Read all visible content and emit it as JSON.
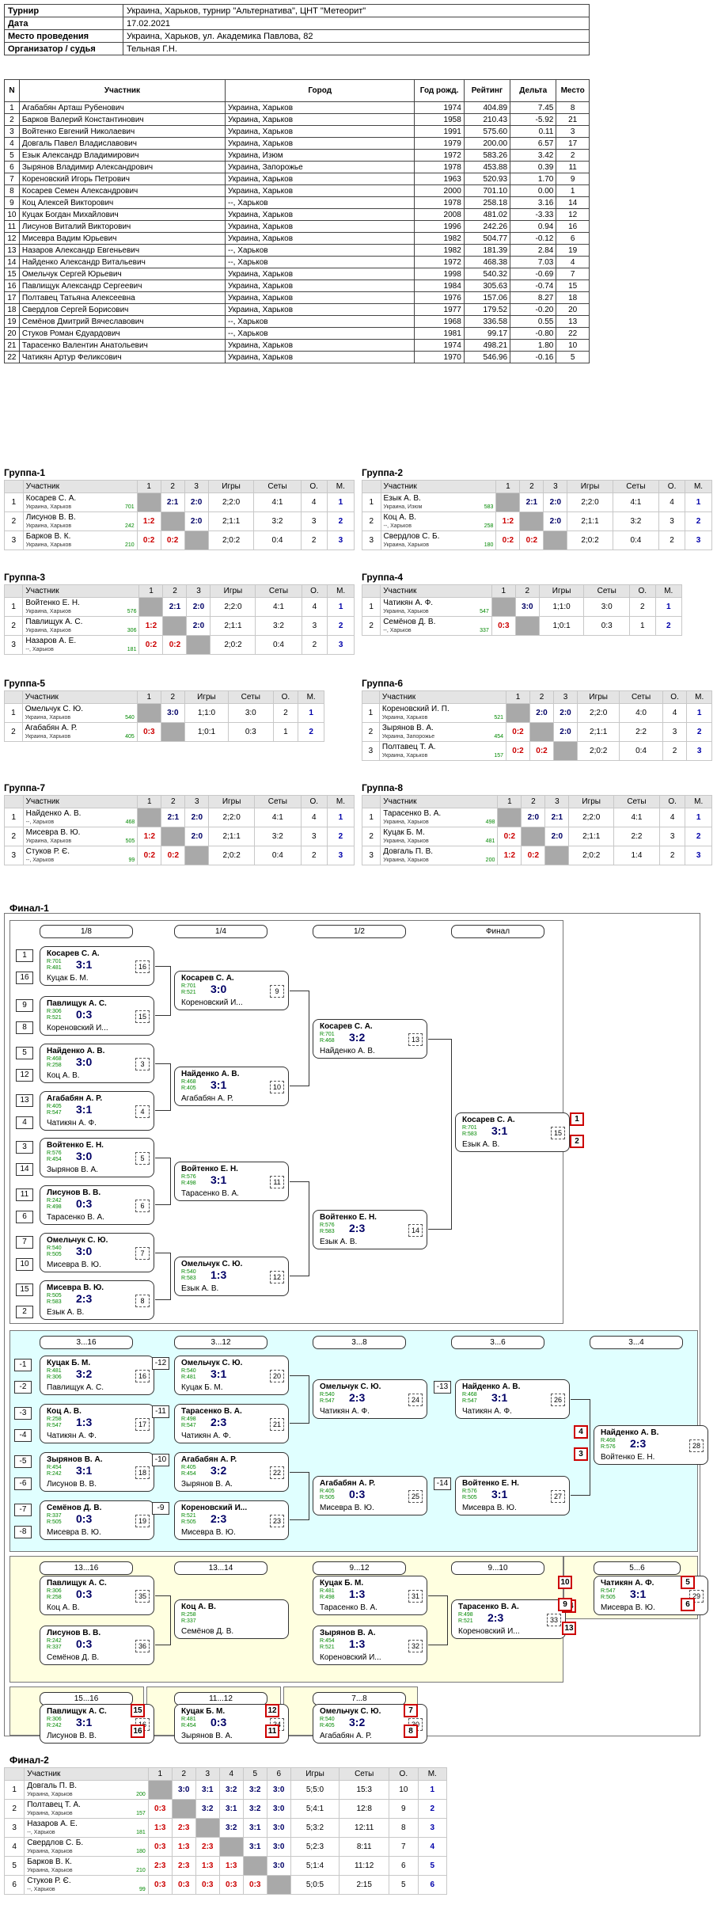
{
  "info": [
    [
      "Турнир",
      "Украина, Харьков, турнир \"Альтернатива\", ЦНТ \"Метеорит\""
    ],
    [
      "Дата",
      "17.02.2021"
    ],
    [
      "Место проведения",
      "Украина, Харьков, ул. Академика Павлова, 82"
    ],
    [
      "Организатор / судья",
      "Тельная Г.Н."
    ]
  ],
  "players_header": [
    "N",
    "Участник",
    "Город",
    "Год рожд.",
    "Рейтинг",
    "Дельта",
    "Место"
  ],
  "players": [
    [
      "1",
      "Агабабян Арташ Рубенович",
      "Украина, Харьков",
      "1974",
      "404.89",
      "7.45",
      "8"
    ],
    [
      "2",
      "Барков Валерий Константинович",
      "Украина, Харьков",
      "1958",
      "210.43",
      "-5.92",
      "21"
    ],
    [
      "3",
      "Войтенко Евгений Николаевич",
      "Украина, Харьков",
      "1991",
      "575.60",
      "0.11",
      "3"
    ],
    [
      "4",
      "Довгаль Павел Владиславович",
      "Украина, Харьков",
      "1979",
      "200.00",
      "6.57",
      "17"
    ],
    [
      "5",
      "Езык Александр Владимирович",
      "Украина, Изюм",
      "1972",
      "583.26",
      "3.42",
      "2"
    ],
    [
      "6",
      "Зырянов Владимир Александрович",
      "Украина, Запорожье",
      "1978",
      "453.88",
      "0.39",
      "11"
    ],
    [
      "7",
      "Кореновский Игорь Петрович",
      "Украина, Харьков",
      "1963",
      "520.93",
      "1.70",
      "9"
    ],
    [
      "8",
      "Косарев Семен Александрович",
      "Украина, Харьков",
      "2000",
      "701.10",
      "0.00",
      "1"
    ],
    [
      "9",
      "Коц Алексей Викторович",
      "--, Харьков",
      "1978",
      "258.18",
      "3.16",
      "14"
    ],
    [
      "10",
      "Куцак Богдан Михайлович",
      "Украина, Харьков",
      "2008",
      "481.02",
      "-3.33",
      "12"
    ],
    [
      "11",
      "Лисунов Виталий Викторович",
      "Украина, Харьков",
      "1996",
      "242.26",
      "0.94",
      "16"
    ],
    [
      "12",
      "Мисевра Вадим Юрьевич",
      "Украина, Харьков",
      "1982",
      "504.77",
      "-0.12",
      "6"
    ],
    [
      "13",
      "Назаров Александр Евгеньевич",
      "--, Харьков",
      "1982",
      "181.39",
      "2.84",
      "19"
    ],
    [
      "14",
      "Найденко Александр Витальевич",
      "--, Харьков",
      "1972",
      "468.38",
      "7.03",
      "4"
    ],
    [
      "15",
      "Омельчук Сергей Юрьевич",
      "Украина, Харьков",
      "1998",
      "540.32",
      "-0.69",
      "7"
    ],
    [
      "16",
      "Павлищук Александр Сергеевич",
      "Украина, Харьков",
      "1984",
      "305.63",
      "-0.74",
      "15"
    ],
    [
      "17",
      "Полтавец Татьяна Алексеевна",
      "Украина, Харьков",
      "1976",
      "157.06",
      "8.27",
      "18"
    ],
    [
      "18",
      "Свердлов Сергей Борисович",
      "Украина, Харьков",
      "1977",
      "179.52",
      "-0.20",
      "20"
    ],
    [
      "19",
      "Семёнов Дмитрий Вячеславович",
      "--, Харьков",
      "1968",
      "336.58",
      "0.55",
      "13"
    ],
    [
      "20",
      "Стуков Роман Єдуардович",
      "--, Харьков",
      "1981",
      "99.17",
      "-0.80",
      "22"
    ],
    [
      "21",
      "Тарасенко Валентин Анатольевич",
      "Украина, Харьков",
      "1974",
      "498.21",
      "1.80",
      "10"
    ],
    [
      "22",
      "Чатикян Артур Феликсович",
      "Украина, Харьков",
      "1970",
      "546.96",
      "-0.16",
      "5"
    ]
  ],
  "group_header": [
    "Участник",
    "Игры",
    "Сеты",
    "О.",
    "М."
  ],
  "groups": [
    {
      "title": "Группа-1",
      "rows": [
        [
          "Косарев С. А.",
          "Украина, Харьков",
          "701",
          [
            "",
            "2:1",
            "2:0"
          ],
          "2;2:0",
          "4:1",
          "4",
          "1"
        ],
        [
          "Лисунов В. В.",
          "Украина, Харьков",
          "242",
          [
            "1:2",
            "",
            "2:0"
          ],
          "2;1:1",
          "3:2",
          "3",
          "2"
        ],
        [
          "Барков В. К.",
          "Украина, Харьков",
          "210",
          [
            "0:2",
            "0:2",
            ""
          ],
          "2;0:2",
          "0:4",
          "2",
          "3"
        ]
      ]
    },
    {
      "title": "Группа-2",
      "rows": [
        [
          "Езык А. В.",
          "Украина, Изюм",
          "583",
          [
            "",
            "2:1",
            "2:0"
          ],
          "2;2:0",
          "4:1",
          "4",
          "1"
        ],
        [
          "Коц А. В.",
          "--, Харьков",
          "258",
          [
            "1:2",
            "",
            "2:0"
          ],
          "2;1:1",
          "3:2",
          "3",
          "2"
        ],
        [
          "Свердлов С. Б.",
          "Украина, Харьков",
          "180",
          [
            "0:2",
            "0:2",
            ""
          ],
          "2;0:2",
          "0:4",
          "2",
          "3"
        ]
      ]
    },
    {
      "title": "Группа-3",
      "rows": [
        [
          "Войтенко Е. Н.",
          "Украина, Харьков",
          "576",
          [
            "",
            "2:1",
            "2:0"
          ],
          "2;2:0",
          "4:1",
          "4",
          "1"
        ],
        [
          "Павлищук А. С.",
          "Украина, Харьков",
          "306",
          [
            "1:2",
            "",
            "2:0"
          ],
          "2;1:1",
          "3:2",
          "3",
          "2"
        ],
        [
          "Назаров А. Е.",
          "--, Харьков",
          "181",
          [
            "0:2",
            "0:2",
            ""
          ],
          "2;0:2",
          "0:4",
          "2",
          "3"
        ]
      ]
    },
    {
      "title": "Группа-4",
      "rows": [
        [
          "Чатикян А. Ф.",
          "Украина, Харьков",
          "547",
          [
            "",
            "3:0"
          ],
          "1;1:0",
          "3:0",
          "2",
          "1"
        ],
        [
          "Семёнов Д. В.",
          "--, Харьков",
          "337",
          [
            "0:3",
            ""
          ],
          "1;0:1",
          "0:3",
          "1",
          "2"
        ]
      ]
    },
    {
      "title": "Группа-5",
      "rows": [
        [
          "Омельчук С. Ю.",
          "Украина, Харьков",
          "540",
          [
            "",
            "3:0"
          ],
          "1;1:0",
          "3:0",
          "2",
          "1"
        ],
        [
          "Агабабян А. Р.",
          "Украина, Харьков",
          "405",
          [
            "0:3",
            ""
          ],
          "1;0:1",
          "0:3",
          "1",
          "2"
        ]
      ]
    },
    {
      "title": "Группа-6",
      "rows": [
        [
          "Кореновский И. П.",
          "Украина, Харьков",
          "521",
          [
            "",
            "2:0",
            "2:0"
          ],
          "2;2:0",
          "4:0",
          "4",
          "1"
        ],
        [
          "Зырянов В. А.",
          "Украина, Запорожье",
          "454",
          [
            "0:2",
            "",
            "2:0"
          ],
          "2;1:1",
          "2:2",
          "3",
          "2"
        ],
        [
          "Полтавец Т. А.",
          "Украина, Харьков",
          "157",
          [
            "0:2",
            "0:2",
            ""
          ],
          "2;0:2",
          "0:4",
          "2",
          "3"
        ]
      ]
    },
    {
      "title": "Группа-7",
      "rows": [
        [
          "Найденко А. В.",
          "--, Харьков",
          "468",
          [
            "",
            "2:1",
            "2:0"
          ],
          "2;2:0",
          "4:1",
          "4",
          "1"
        ],
        [
          "Мисевра В. Ю.",
          "Украина, Харьков",
          "505",
          [
            "1:2",
            "",
            "2:0"
          ],
          "2;1:1",
          "3:2",
          "3",
          "2"
        ],
        [
          "Стуков Р. Є.",
          "--, Харьков",
          "99",
          [
            "0:2",
            "0:2",
            ""
          ],
          "2;0:2",
          "0:4",
          "2",
          "3"
        ]
      ]
    },
    {
      "title": "Группа-8",
      "rows": [
        [
          "Тарасенко В. А.",
          "Украина, Харьков",
          "498",
          [
            "",
            "2:0",
            "2:1"
          ],
          "2;2:0",
          "4:1",
          "4",
          "1"
        ],
        [
          "Куцак Б. М.",
          "Украина, Харьков",
          "481",
          [
            "0:2",
            "",
            "2:0"
          ],
          "2;1:1",
          "2:2",
          "3",
          "2"
        ],
        [
          "Довгаль П. В.",
          "Украина, Харьков",
          "200",
          [
            "1:2",
            "0:2",
            ""
          ],
          "2;0:2",
          "1:4",
          "2",
          "3"
        ]
      ]
    }
  ],
  "final1_title": "Финал-1",
  "rounds": [
    "1/8",
    "1/4",
    "1/2",
    "Финал",
    "3...16",
    "3...12",
    "3...8",
    "3...6",
    "3...4",
    "13...16",
    "13...14",
    "9...12",
    "9...10",
    "5...6",
    "15...16",
    "11...12",
    "7...8"
  ],
  "matches": [
    [
      "Косарев С. А.",
      "R:701",
      "R:481",
      "3:1",
      "Куцак Б. М.",
      "16"
    ],
    [
      "Павлищук А. С.",
      "R:306",
      "R:521",
      "0:3",
      "Кореновский И...",
      "15"
    ],
    [
      "Найденко А. В.",
      "R:468",
      "R:258",
      "3:0",
      "Коц А. В.",
      "3"
    ],
    [
      "Агабабян А. Р.",
      "R:405",
      "R:547",
      "3:1",
      "Чатикян А. Ф.",
      "4"
    ],
    [
      "Войтенко Е. Н.",
      "R:576",
      "R:454",
      "3:0",
      "Зырянов В. А.",
      "5"
    ],
    [
      "Лисунов В. В.",
      "R:242",
      "R:498",
      "0:3",
      "Тарасенко В. А.",
      "6"
    ],
    [
      "Омельчук С. Ю.",
      "R:540",
      "R:505",
      "3:0",
      "Мисевра В. Ю.",
      "7"
    ],
    [
      "Мисевра В. Ю.",
      "R:505",
      "R:583",
      "2:3",
      "Езык А. В.",
      "8"
    ],
    [
      "Косарев С. А.",
      "R:701",
      "R:521",
      "3:0",
      "Кореновский И...",
      "9"
    ],
    [
      "Найденко А. В.",
      "R:468",
      "R:405",
      "3:1",
      "Агабабян А. Р.",
      "10"
    ],
    [
      "Войтенко Е. Н.",
      "R:576",
      "R:498",
      "3:1",
      "Тарасенко В. А.",
      "11"
    ],
    [
      "Омельчук С. Ю.",
      "R:540",
      "R:583",
      "1:3",
      "Езык А. В.",
      "12"
    ],
    [
      "Косарев С. А.",
      "R:701",
      "R:468",
      "3:2",
      "Найденко А. В.",
      "13"
    ],
    [
      "Войтенко Е. Н.",
      "R:576",
      "R:583",
      "2:3",
      "Езык А. В.",
      "14"
    ],
    [
      "Косарев С. А.",
      "R:701",
      "R:583",
      "3:1",
      "Езык А. В.",
      "15"
    ],
    [
      "Куцак Б. М.",
      "R:481",
      "R:306",
      "3:2",
      "Павлищук А. С.",
      "16"
    ],
    [
      "Коц А. В.",
      "R:258",
      "R:547",
      "1:3",
      "Чатикян А. Ф.",
      "17"
    ],
    [
      "Зырянов В. А.",
      "R:454",
      "R:242",
      "3:1",
      "Лисунов В. В.",
      "18"
    ],
    [
      "Семёнов Д. В.",
      "R:337",
      "R:505",
      "0:3",
      "Мисевра В. Ю.",
      "19"
    ],
    [
      "Омельчук С. Ю.",
      "R:540",
      "R:481",
      "3:1",
      "Куцак Б. М.",
      "20"
    ],
    [
      "Тарасенко В. А.",
      "R:498",
      "R:547",
      "2:3",
      "Чатикян А. Ф.",
      "21"
    ],
    [
      "Агабабян А. Р.",
      "R:405",
      "R:454",
      "3:2",
      "Зырянов В. А.",
      "22"
    ],
    [
      "Кореновский И...",
      "R:521",
      "R:505",
      "2:3",
      "Мисевра В. Ю.",
      "23"
    ],
    [
      "Омельчук С. Ю.",
      "R:540",
      "R:547",
      "2:3",
      "Чатикян А. Ф.",
      "24"
    ],
    [
      "Агабабян А. Р.",
      "R:405",
      "R:505",
      "0:3",
      "Мисевра В. Ю.",
      "25"
    ],
    [
      "Найденко А. В.",
      "R:468",
      "R:547",
      "3:1",
      "Чатикян А. Ф.",
      "26"
    ],
    [
      "Войтенко Е. Н.",
      "R:576",
      "R:505",
      "3:1",
      "Мисевра В. Ю.",
      "27"
    ],
    [
      "Найденко А. В.",
      "R:468",
      "R:576",
      "2:3",
      "Войтенко Е. Н.",
      "28"
    ],
    [
      "Павлищук А. С.",
      "R:306",
      "R:258",
      "0:3",
      "Коц А. В.",
      "35"
    ],
    [
      "Лисунов В. В.",
      "R:242",
      "R:337",
      "0:3",
      "Семёнов Д. В.",
      "36"
    ],
    [
      "Коц А. В.",
      "R:258",
      "R:337",
      "",
      "Семёнов Д. В.",
      ""
    ],
    [
      "Куцак Б. М.",
      "R:481",
      "R:498",
      "1:3",
      "Тарасенко В. А.",
      "31"
    ],
    [
      "Зырянов В. А.",
      "R:454",
      "R:521",
      "1:3",
      "Кореновский И...",
      "32"
    ],
    [
      "Тарасенко В. А.",
      "R:498",
      "R:521",
      "2:3",
      "Кореновский И...",
      "33"
    ],
    [
      "Чатикян А. Ф.",
      "R:547",
      "R:505",
      "3:1",
      "Мисевра В. Ю.",
      "29"
    ],
    [
      "Павлищук А. С.",
      "R:306",
      "R:242",
      "3:1",
      "Лисунов В. В.",
      "16"
    ],
    [
      "Куцак Б. М.",
      "R:481",
      "R:454",
      "0:3",
      "Зырянов В. А.",
      "34"
    ],
    [
      "Омельчук С. Ю.",
      "R:540",
      "R:405",
      "3:2",
      "Агабабян А. Р.",
      "30"
    ]
  ],
  "final2_title": "Финал-2",
  "final2": [
    [
      "Довгаль П. В.",
      "Украина, Харьков",
      "200",
      [
        "",
        "3:0",
        "3:1",
        "3:2",
        "3:2",
        "3:0"
      ],
      "5;5:0",
      "15:3",
      "10",
      "1"
    ],
    [
      "Полтавец Т. А.",
      "Украина, Харьков",
      "157",
      [
        "0:3",
        "",
        "3:2",
        "3:1",
        "3:2",
        "3:0"
      ],
      "5;4:1",
      "12:8",
      "9",
      "2"
    ],
    [
      "Назаров А. Е.",
      "--, Харьков",
      "181",
      [
        "1:3",
        "2:3",
        "",
        "3:2",
        "3:1",
        "3:0"
      ],
      "5;3:2",
      "12:11",
      "8",
      "3"
    ],
    [
      "Свердлов С. Б.",
      "Украина, Харьков",
      "180",
      [
        "0:3",
        "1:3",
        "2:3",
        "",
        "3:1",
        "3:0"
      ],
      "5;2:3",
      "8:11",
      "7",
      "4"
    ],
    [
      "Барков В. К.",
      "Украина, Харьков",
      "210",
      [
        "2:3",
        "2:3",
        "1:3",
        "1:3",
        "",
        "3:0"
      ],
      "5;1:4",
      "11:12",
      "6",
      "5"
    ],
    [
      "Стуков Р. Є.",
      "--, Харьков",
      "99",
      [
        "0:3",
        "0:3",
        "0:3",
        "0:3",
        "0:3",
        ""
      ],
      "5;0:5",
      "2:15",
      "5",
      "6"
    ]
  ]
}
